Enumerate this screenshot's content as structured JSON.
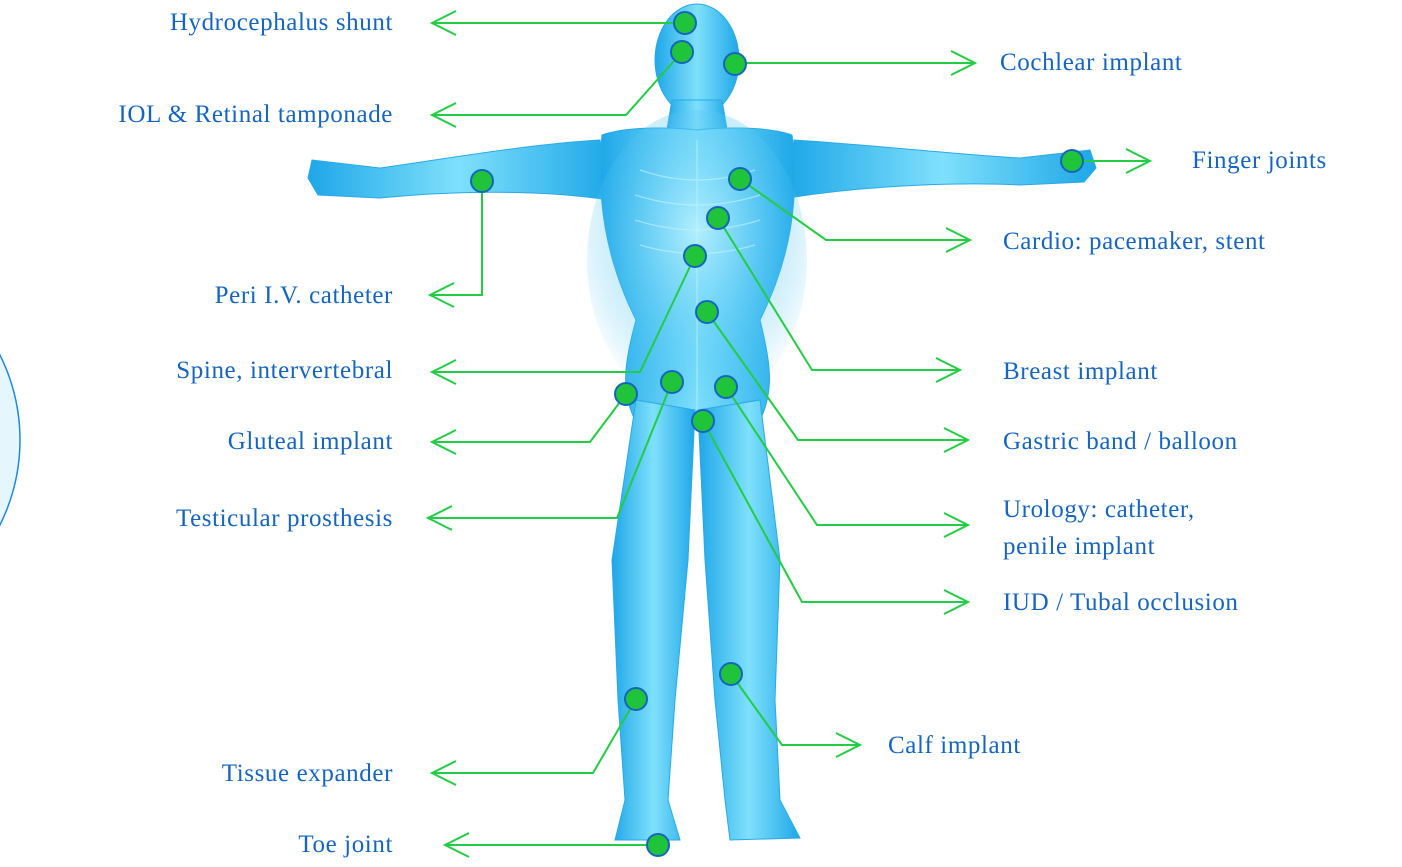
{
  "diagram": {
    "colors": {
      "label_text": "#1565c0",
      "connector": "#22cc44",
      "marker_fill": "#1fc43a",
      "marker_stroke": "#1565c0",
      "body_fill": "#5bd2f7",
      "body_shadow": "#1ea7e8",
      "side_circle_stroke": "#1e88e5",
      "side_circle_fill": "#e6f6fd"
    },
    "labels": {
      "hydrocephalus": "Hydrocephalus shunt",
      "iol": "IOL & Retinal tamponade",
      "peri_iv": "Peri I.V. catheter",
      "spine": "Spine, intervertebral",
      "gluteal": "Gluteal implant",
      "testicular": "Testicular prosthesis",
      "tissue": "Tissue expander",
      "toe": "Toe joint",
      "cochlear": "Cochlear implant",
      "finger": "Finger joints",
      "cardio": "Cardio: pacemaker, stent",
      "breast": "Breast implant",
      "gastric": "Gastric band / balloon",
      "urology_line1": "Urology: catheter,",
      "urology_line2": "penile implant",
      "iud": "IUD / Tubal occlusion",
      "calf": "Calf implant"
    }
  }
}
